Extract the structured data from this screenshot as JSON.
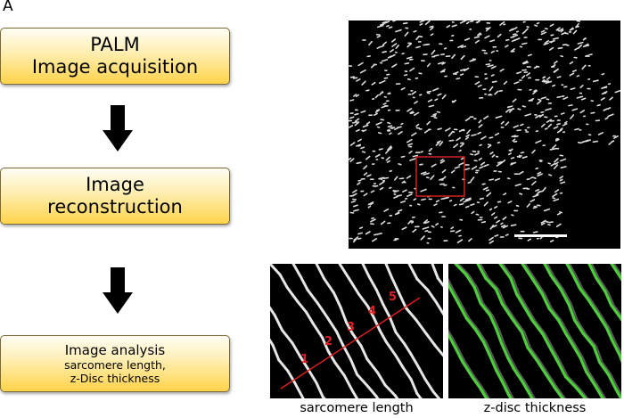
{
  "panel_label": "A",
  "workflow": {
    "step1": {
      "line1": "PALM",
      "line2": "Image acquisition"
    },
    "step2": {
      "line1": "Image",
      "line2": "reconstruction"
    },
    "step3": {
      "line1": "Image analysis",
      "line2": "sarcomere length,",
      "line3": "z-Disc thickness"
    }
  },
  "sarcomere_markers": [
    "1",
    "2",
    "3",
    "4",
    "5"
  ],
  "captions": {
    "left": "sarcomere length",
    "right": "z-disc thickness"
  },
  "colors": {
    "box_gradient_top": "#fff0b8",
    "box_gradient_bottom": "#ffd34a",
    "roi_box": "#d42020",
    "marker_text": "#e02020",
    "measurement_line": "#e02020",
    "scale_bar": "#ffffff",
    "z_disc_overlay": "#4ccf3a"
  }
}
